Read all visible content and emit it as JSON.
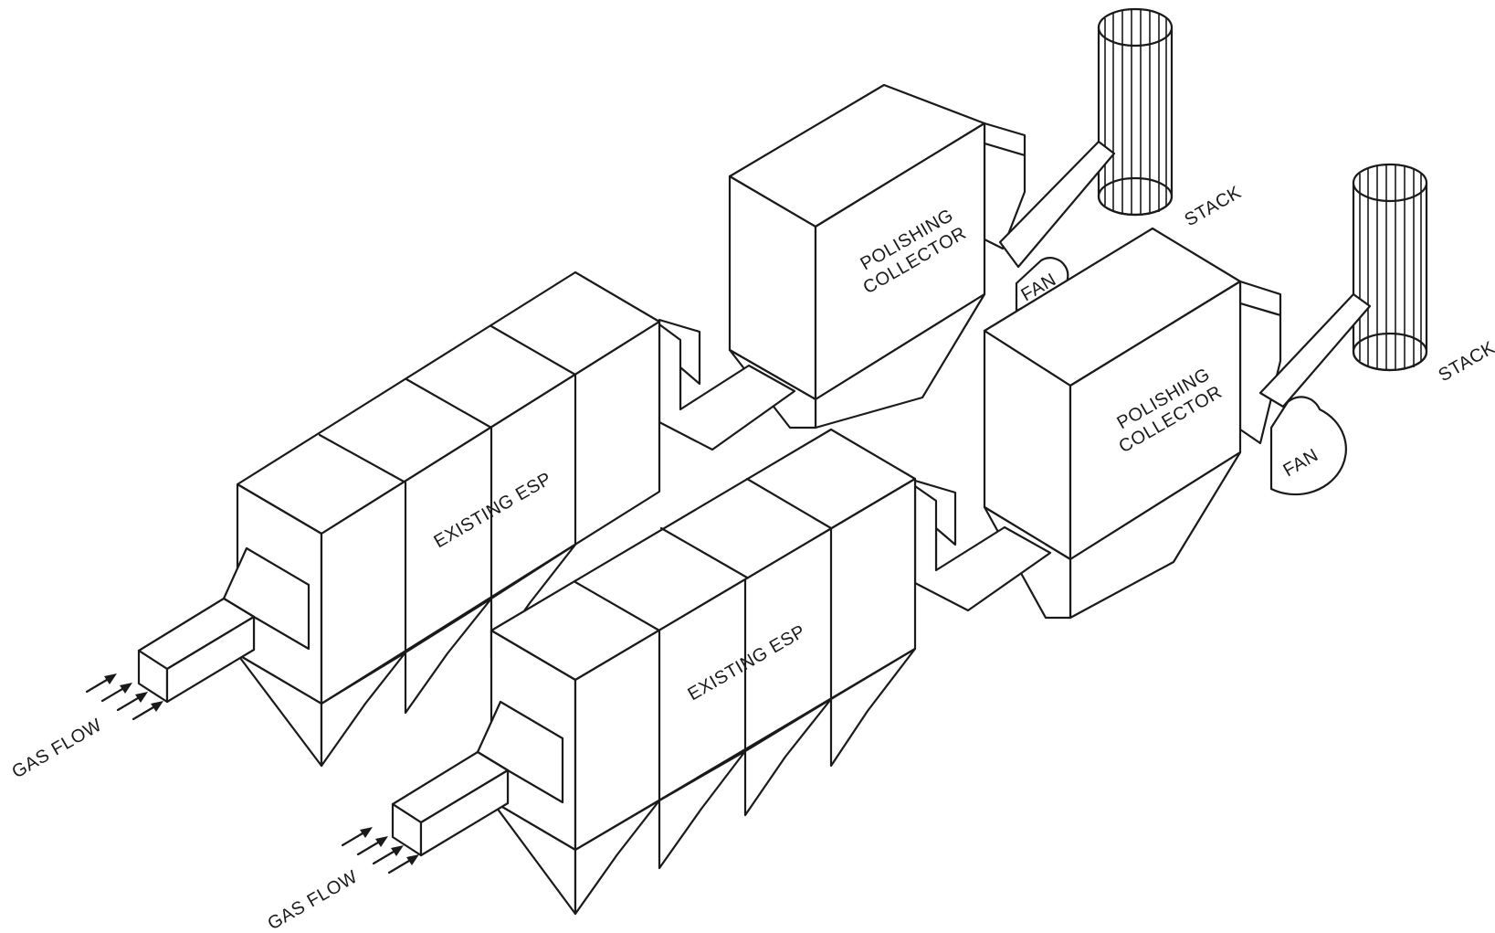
{
  "labels": {
    "esp_top": "EXISTING ESP",
    "esp_bottom": "EXISTING ESP",
    "collector_top_line1": "POLISHING",
    "collector_top_line2": "COLLECTOR",
    "collector_right_line1": "POLISHING",
    "collector_right_line2": "COLLECTOR",
    "fan_top": "FAN",
    "fan_right": "FAN",
    "stack_top": "STACK",
    "stack_right": "STACK",
    "gas_flow_top": "GAS FLOW",
    "gas_flow_bottom": "GAS FLOW"
  },
  "colors": {
    "line": "#1a1a1a",
    "background": "#ffffff"
  }
}
